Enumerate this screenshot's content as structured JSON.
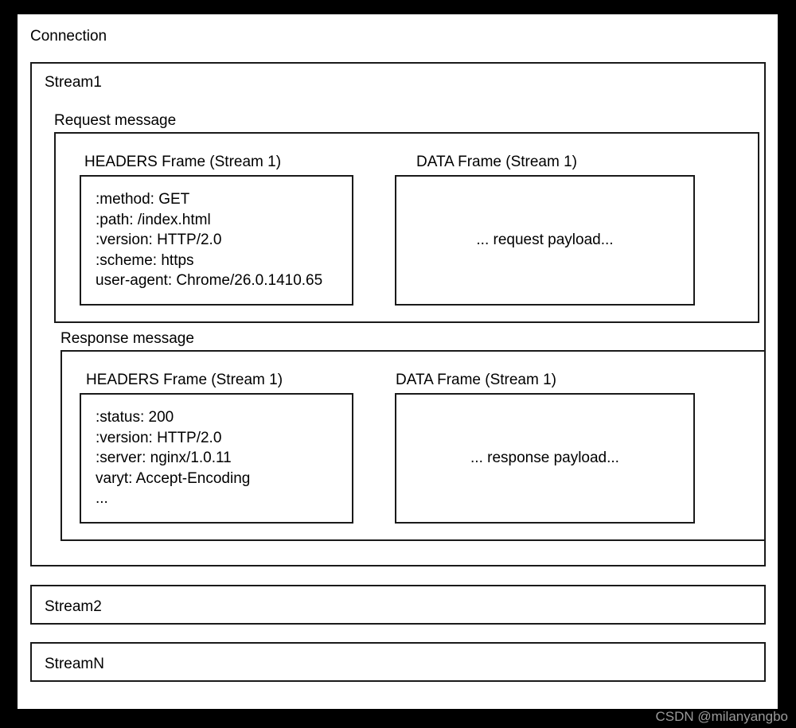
{
  "diagram": {
    "connection": {
      "label": "Connection"
    },
    "streams": [
      {
        "label": "Stream1"
      },
      {
        "label": "Stream2"
      },
      {
        "label": "StreamN"
      }
    ],
    "messages": {
      "request": {
        "label": "Request message",
        "headers_frame": {
          "title": "HEADERS Frame (Stream 1)",
          "fields": [
            ":method: GET",
            ":path: /index.html",
            ":version: HTTP/2.0",
            ":scheme: https",
            "user-agent: Chrome/26.0.1410.65"
          ]
        },
        "data_frame": {
          "title": "DATA Frame (Stream 1)",
          "payload": "... request payload..."
        }
      },
      "response": {
        "label": "Response message",
        "headers_frame": {
          "title": "HEADERS Frame (Stream 1)",
          "fields": [
            ":status: 200",
            ":version: HTTP/2.0",
            ":server: nginx/1.0.11",
            "varyt: Accept-Encoding",
            "..."
          ]
        },
        "data_frame": {
          "title": "DATA Frame (Stream 1)",
          "payload": "... response payload..."
        }
      }
    }
  },
  "watermark": {
    "text": "CSDN @milanyangbo"
  },
  "colors": {
    "frame_border": "#1a1a1a",
    "canvas_background": "#ffffff",
    "page_background": "#000000",
    "text": "#000000",
    "watermark": "#9a9a9a"
  }
}
